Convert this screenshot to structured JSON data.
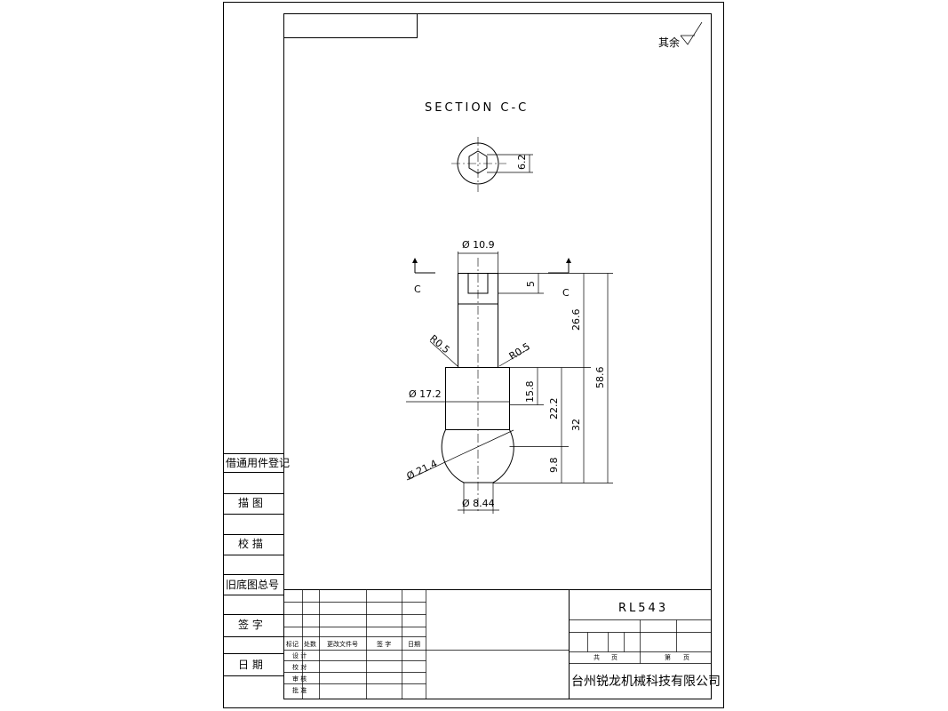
{
  "drawing": {
    "section_title": "SECTION C-C",
    "surface_finish": "其余",
    "part_number": "RL543",
    "company": "台州锐龙机械科技有限公司"
  },
  "dimensions": {
    "hex": "6.2",
    "top_dia": "Ø 10.9",
    "depth": "5",
    "section_mark": "C",
    "radius_left": "R0.5",
    "radius_right": "R0.5",
    "length_upper": "26.6",
    "overall_length": "58.6",
    "body_dia": "Ø 17.2",
    "len_15_8": "15.8",
    "len_22_2": "22.2",
    "len_32": "32",
    "len_9_8": "9.8",
    "ball_dia": "Ø 21.4",
    "neck_dia": "Ø 8.44"
  },
  "left_strip": {
    "register": "借通用件登记",
    "draw": "描 图",
    "check_trace": "校 描",
    "old_drawing": "旧底图总号",
    "signature": "签 字",
    "date": "日 期"
  },
  "title_block": {
    "mark": "标记",
    "count": "处数",
    "change_doc": "更改文件号",
    "sign": "签 字",
    "date": "日期",
    "design": "设 计",
    "proofread": "校 对",
    "review": "审 核",
    "approve": "批 准",
    "total_pages": "共",
    "page_unit": "页",
    "page_no": "第",
    "page_unit2": "页"
  }
}
